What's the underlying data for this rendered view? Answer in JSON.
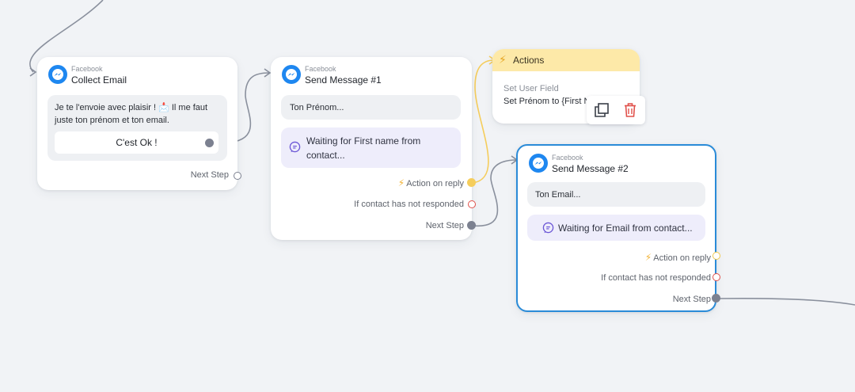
{
  "colors": {
    "canvas": "#f1f3f6",
    "card": "#ffffff",
    "wire": "#8a909d",
    "wire_action": "#f5cd5b",
    "selected_border": "#2a8bd8",
    "messenger_blue": "#1e87f0",
    "actions_header": "#fde9a8",
    "waiting_bg": "#eeedfb",
    "no_response": "#e0504a",
    "delete_red": "#e0504a"
  },
  "icons": {
    "messenger": "messenger-icon",
    "chat": "chat-bubble-icon",
    "bolt": "lightning-bolt-icon",
    "duplicate": "duplicate-icon",
    "delete": "trash-icon"
  },
  "nodes": {
    "collect_email": {
      "platform": "Facebook",
      "title": "Collect Email",
      "message_line1": "Je te l'envoie avec plaisir ! 📩 Il me faut",
      "message_line2": "juste ton prénom et ton email.",
      "quick_reply": "C'est Ok !",
      "next_step": "Next Step"
    },
    "send_message_1": {
      "platform": "Facebook",
      "title": "Send Message #1",
      "message": "Ton Prénom...",
      "waiting_line1": "Waiting for First name from",
      "waiting_line2": "contact...",
      "action_on_reply": "Action on reply",
      "not_responded": "If contact has not responded",
      "next_step": "Next Step"
    },
    "actions": {
      "title": "Actions",
      "field_label": "Set User Field",
      "field_value": "Set Prénom to {First N"
    },
    "send_message_2": {
      "platform": "Facebook",
      "title": "Send Message #2",
      "message": "Ton Email...",
      "waiting": "Waiting for Email from contact...",
      "action_on_reply": "Action on reply",
      "not_responded": "If contact has not responded",
      "next_step": "Next Step"
    }
  }
}
